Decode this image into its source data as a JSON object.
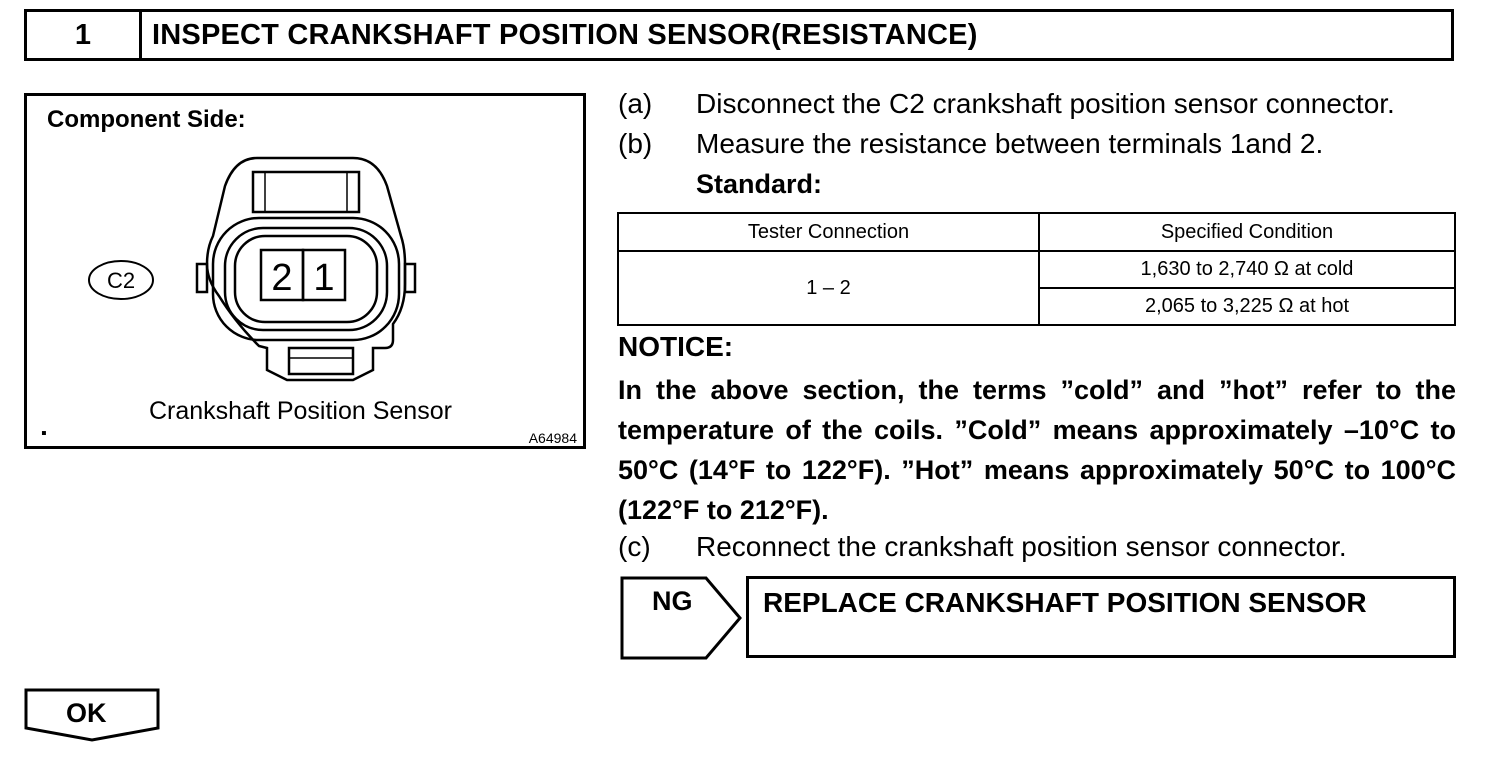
{
  "header": {
    "step_number": "1",
    "title": "INSPECT CRANKSHAFT POSITION SENSOR(RESISTANCE)"
  },
  "figure": {
    "component_side": "Component Side:",
    "connector_label": "C2",
    "terminal_2": "2",
    "terminal_1": "1",
    "caption": "Crankshaft Position Sensor",
    "figure_id": "A64984",
    "corner_mark": "▪"
  },
  "steps": {
    "a_letter": "(a)",
    "a_text": "Disconnect the C2 crankshaft position sensor connector.",
    "b_letter": "(b)",
    "b_text": "Measure the resistance between terminals 1and 2.",
    "standard_label": "Standard:",
    "c_letter": "(c)",
    "c_text": "Reconnect the crankshaft position sensor connector."
  },
  "table": {
    "headers": [
      "Tester Connection",
      "Specified Condition"
    ],
    "connection": "1 – 2",
    "conditions": [
      "1,630 to 2,740 Ω at cold",
      "2,065 to 3,225 Ω at hot"
    ]
  },
  "notice": {
    "heading": "NOTICE:",
    "text": "In the above section, the terms ”cold” and ”hot” refer to the temperature of the coils. ”Cold” means approximately –10°C to 50°C (14°F to 122°F). ”Hot” means approximately 50°C to 100°C (122°F to 212°F)."
  },
  "result": {
    "ng_label": "NG",
    "ng_action": "REPLACE CRANKSHAFT POSITION SENSOR",
    "ok_label": "OK"
  }
}
